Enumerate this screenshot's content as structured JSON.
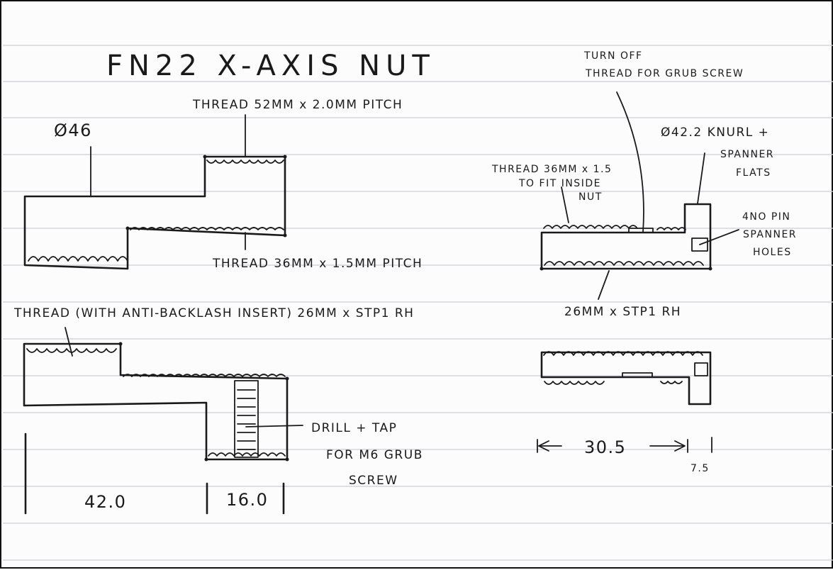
{
  "title": "FN22 X-AXIS NUT",
  "labels": {
    "dia_46": "Ø46",
    "thread_52": "THREAD 52MM x 2.0MM PITCH",
    "thread_36_pitch": "THREAD 36MM x 1.5MM PITCH",
    "thread_anti_backlash": "THREAD (WITH ANTI-BACKLASH INSERT) 26MM x STP1 RH",
    "drill_tap_1": "DRILL + TAP",
    "drill_tap_2": "FOR M6 GRUB",
    "drill_tap_3": "SCREW",
    "dim_42": "42.0",
    "dim_16": "16.0",
    "turn_off_1": "TURN OFF",
    "turn_off_2": "THREAD FOR GRUB SCREW",
    "dia_42_2": "Ø42.2 KNURL +",
    "spanner_flats_1": "SPANNER",
    "spanner_flats_2": "FLATS",
    "thread_36_fit_1": "THREAD 36MM x 1.5",
    "thread_36_fit_2": "TO FIT INSIDE",
    "thread_36_fit_3": "NUT",
    "pin_holes_1": "4NO PIN",
    "pin_holes_2": "SPANNER",
    "pin_holes_3": "HOLES",
    "thread_26_right": "26MM x STP1 RH",
    "dim_30_5": "30.5",
    "dim_7_5": "7.5"
  }
}
